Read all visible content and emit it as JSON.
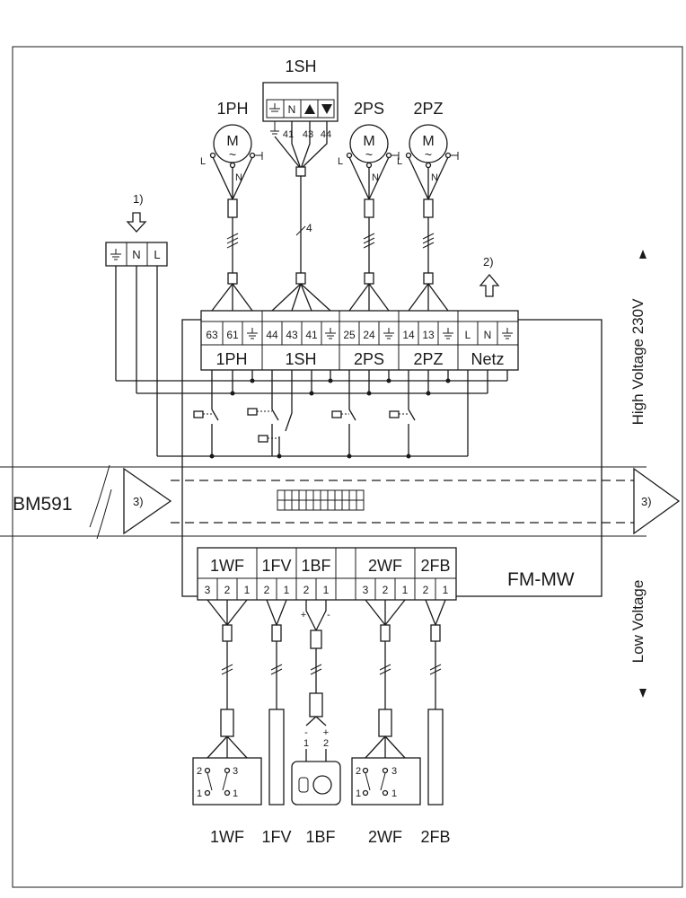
{
  "module_label": "FM-MW",
  "bus_label": "BM591",
  "side_labels": {
    "high": "High Voltage 230V",
    "low": "Low Voltage"
  },
  "notes": {
    "n1": "1)",
    "n2": "2)",
    "n3_left": "3)",
    "n3_right": "3)"
  },
  "cable_count": "4",
  "top_devices": {
    "ph": "1PH",
    "sh": "1SH",
    "ps": "2PS",
    "pz": "2PZ",
    "motor_symbol": "M",
    "motor_tilde": "~",
    "terminal_L": "L",
    "terminal_N": "N",
    "sh_terminals": [
      "N",
      "41",
      "43",
      "44"
    ]
  },
  "mains_box": [
    "N",
    "L"
  ],
  "hv_terminal_block": {
    "numbers": [
      "63",
      "61",
      "44",
      "43",
      "41",
      "25",
      "24",
      "14",
      "13",
      "L",
      "N"
    ],
    "groups": [
      "1PH",
      "1SH",
      "2PS",
      "2PZ",
      "Netz"
    ]
  },
  "lv_terminal_block": {
    "groups": [
      "1WF",
      "1FV",
      "1BF",
      "2WF",
      "2FB"
    ],
    "numbers": [
      "3",
      "2",
      "1",
      "2",
      "1",
      "2",
      "1",
      "3",
      "2",
      "1",
      "2",
      "1"
    ]
  },
  "sensor_polarity": {
    "plus": "+",
    "minus": "-",
    "one": "1",
    "two": "2"
  },
  "switch_pins": [
    "2",
    "3",
    "1",
    "1"
  ],
  "bottom_labels": [
    "1WF",
    "1FV",
    "1BF",
    "2WF",
    "2FB"
  ]
}
